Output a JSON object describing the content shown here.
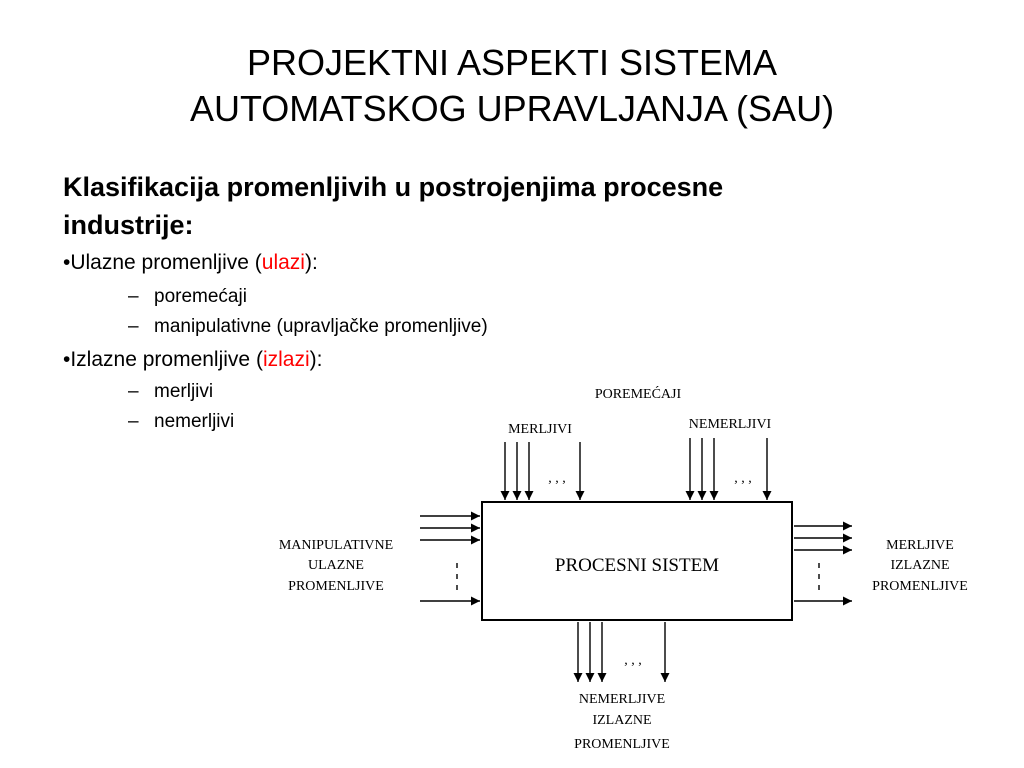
{
  "title": {
    "line1": "PROJEKTNI ASPEKTI SISTEMA",
    "line2": "AUTOMATSKOG UPRAVLJANJA (SAU)"
  },
  "heading": {
    "line1": "Klasifikacija promenljivih u postrojenjima procesne",
    "line2": "industrije:"
  },
  "inputs": {
    "prefix": "•Ulazne promenljive (",
    "highlight": "ulazi",
    "suffix": "):",
    "items": [
      "poremećaji",
      "manipulativne (upravljačke promenljive)"
    ]
  },
  "outputs": {
    "prefix": "•Izlazne promenljive (",
    "highlight": "izlazi",
    "suffix": "):",
    "items": [
      "merljivi",
      "nemerljivi"
    ]
  },
  "dash": "–",
  "diagram": {
    "box_label": "PROCESNI SISTEM",
    "disturbances": "POREMEĆAJI",
    "measurable": "MERLJIVI",
    "unmeasurable": "NEMERLJIVI",
    "manip_1": "MANIPULATIVNE",
    "manip_2": "ULAZNE",
    "manip_3": "PROMENLJIVE",
    "meas_out_1": "MERLJIVE",
    "meas_out_2": "IZLAZNE",
    "meas_out_3": "PROMENLJIVE",
    "unmeas_out_1": "NEMERLJIVE",
    "unmeas_out_2": "IZLAZNE",
    "unmeas_out_3": "PROMENLJIVE",
    "dots_h": ", , ,",
    "dots_v": ". . ."
  },
  "colors": {
    "highlight": "#ff0000",
    "ink": "#000000"
  }
}
